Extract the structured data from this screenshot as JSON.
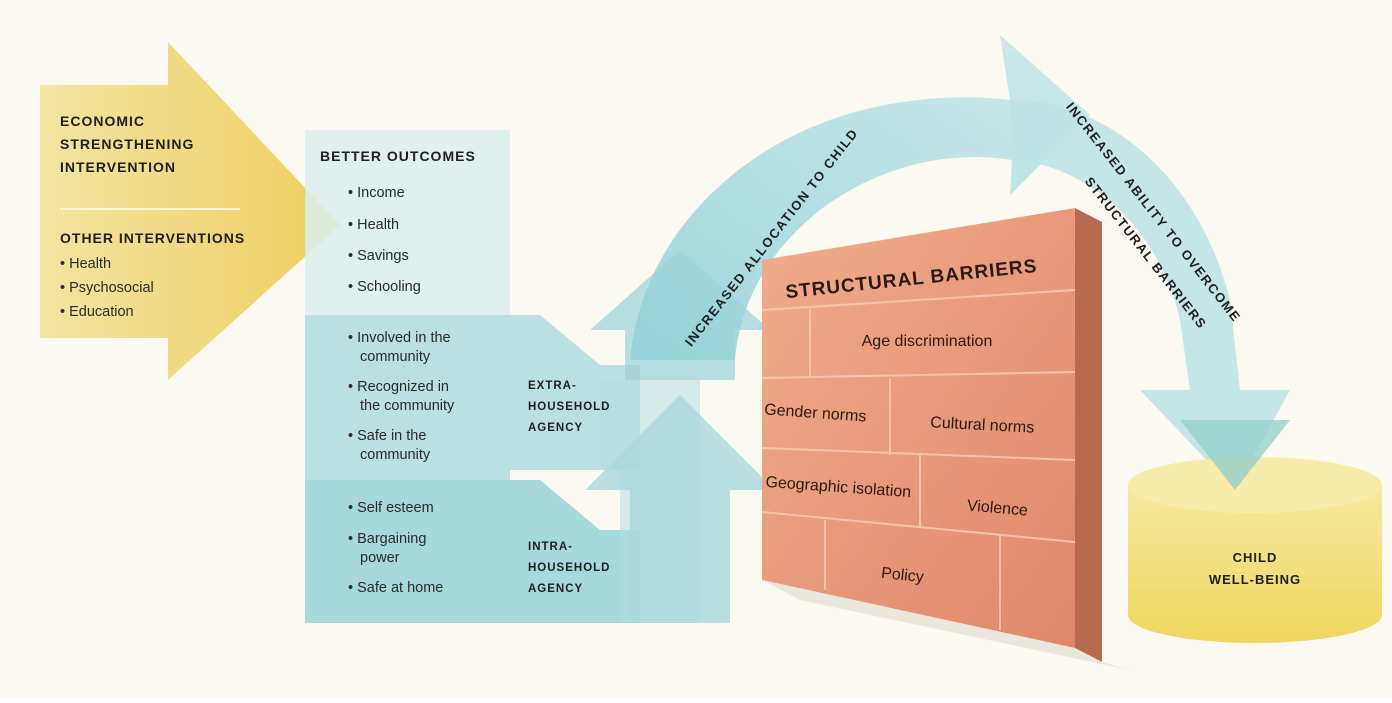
{
  "inputs": {
    "economic": [
      "ECONOMIC",
      "STRENGTHENING",
      "INTERVENTION"
    ],
    "other_title": "OTHER INTERVENTIONS",
    "other_items": [
      "• Health",
      "• Psychosocial",
      "• Education"
    ]
  },
  "outcomes": {
    "title": "BETTER OUTCOMES",
    "items": [
      "• Income",
      "• Health",
      "• Savings",
      "• Schooling"
    ]
  },
  "extra": {
    "lines": [
      "• Involved in the",
      "community",
      "• Recognized in",
      "the community",
      "• Safe in the",
      "community"
    ],
    "label": [
      "EXTRA-",
      "HOUSEHOLD",
      "AGENCY"
    ]
  },
  "intra": {
    "lines": [
      "• Self esteem",
      "• Bargaining",
      "power",
      "• Safe at home"
    ],
    "label": [
      "INTRA-",
      "HOUSEHOLD",
      "AGENCY"
    ]
  },
  "arcs": {
    "allocation": "INCREASED ALLOCATION TO CHILD",
    "ability_1": "INCREASED ABILITY TO OVERCOME",
    "ability_2": "STRUCTURAL BARRIERS"
  },
  "wall": {
    "title": "STRUCTURAL BARRIERS",
    "bricks": [
      "Age discrimination",
      "Gender norms",
      "Cultural norms",
      "Geographic isolation",
      "Violence",
      "Policy"
    ]
  },
  "outcome": [
    "CHILD",
    "WELL-BEING"
  ],
  "colors": {
    "yellow": "#f2dc7a",
    "teal_light": "#d6ecec",
    "teal": "#a9d8dc",
    "wall": "#e69a7a",
    "wall_dark": "#c8765a"
  }
}
